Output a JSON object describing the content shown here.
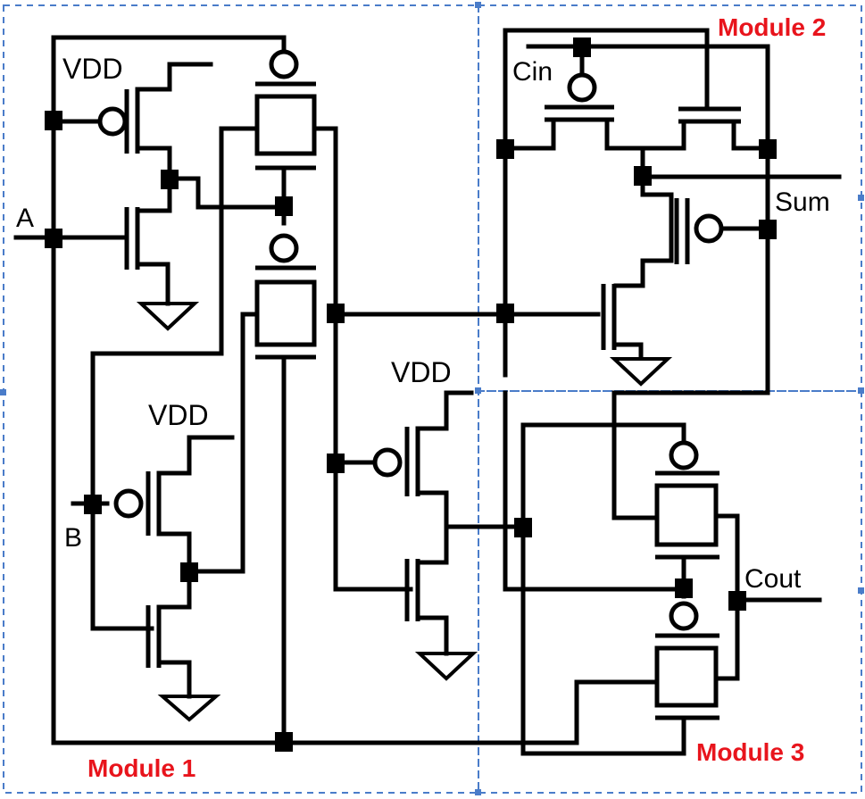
{
  "labels": {
    "vdd_m1_top": "VDD",
    "vdd_m1_bottom": "VDD",
    "vdd_m1_middle": "VDD",
    "input_a": "A",
    "input_b": "B",
    "input_cin": "Cin",
    "output_sum": "Sum",
    "output_cout": "Cout"
  },
  "modules": [
    {
      "name": "Module 1"
    },
    {
      "name": "Module 2"
    },
    {
      "name": "Module 3"
    }
  ],
  "colors": {
    "module_label": "#e8141c",
    "module_boundary": "#4a7cc9",
    "wire": "#000000"
  }
}
